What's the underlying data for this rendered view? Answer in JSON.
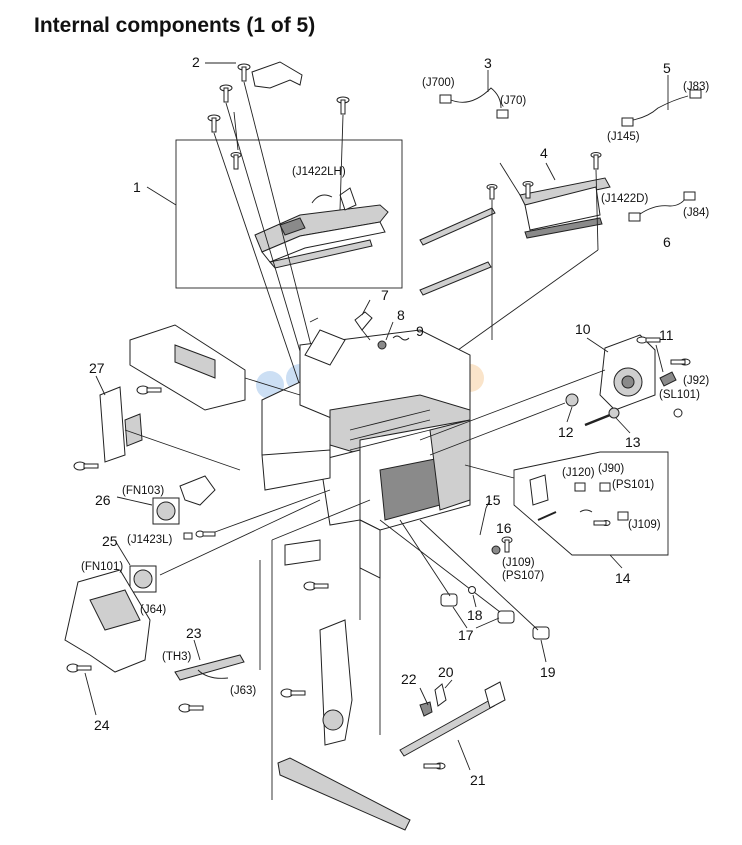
{
  "title": "Internal components (1 of 5)",
  "callouts": [
    "1",
    "2",
    "3",
    "4",
    "5",
    "6",
    "7",
    "8",
    "9",
    "10",
    "11",
    "12",
    "13",
    "14",
    "15",
    "16",
    "17",
    "18",
    "19",
    "20",
    "21",
    "22",
    "23",
    "24",
    "25",
    "26",
    "27"
  ],
  "connectors": {
    "j700": "(J700)",
    "j70": "(J70)",
    "j83": "(J83)",
    "j145": "(J145)",
    "j1422lh": "(J1422LH)",
    "j1422d": "(J1422D)",
    "j84": "(J84)",
    "j92": "(J92)",
    "sl101": "(SL101)",
    "j120": "(J120)",
    "j90": "(J90)",
    "ps101": "(PS101)",
    "j109a": "(J109)",
    "j109b": "(J109)",
    "ps107": "(PS107)",
    "fn103": "(FN103)",
    "j1423l": "(J1423L)",
    "fn101": "(FN101)",
    "j64": "(J64)",
    "th3": "(TH3)",
    "j63": "(J63)"
  }
}
